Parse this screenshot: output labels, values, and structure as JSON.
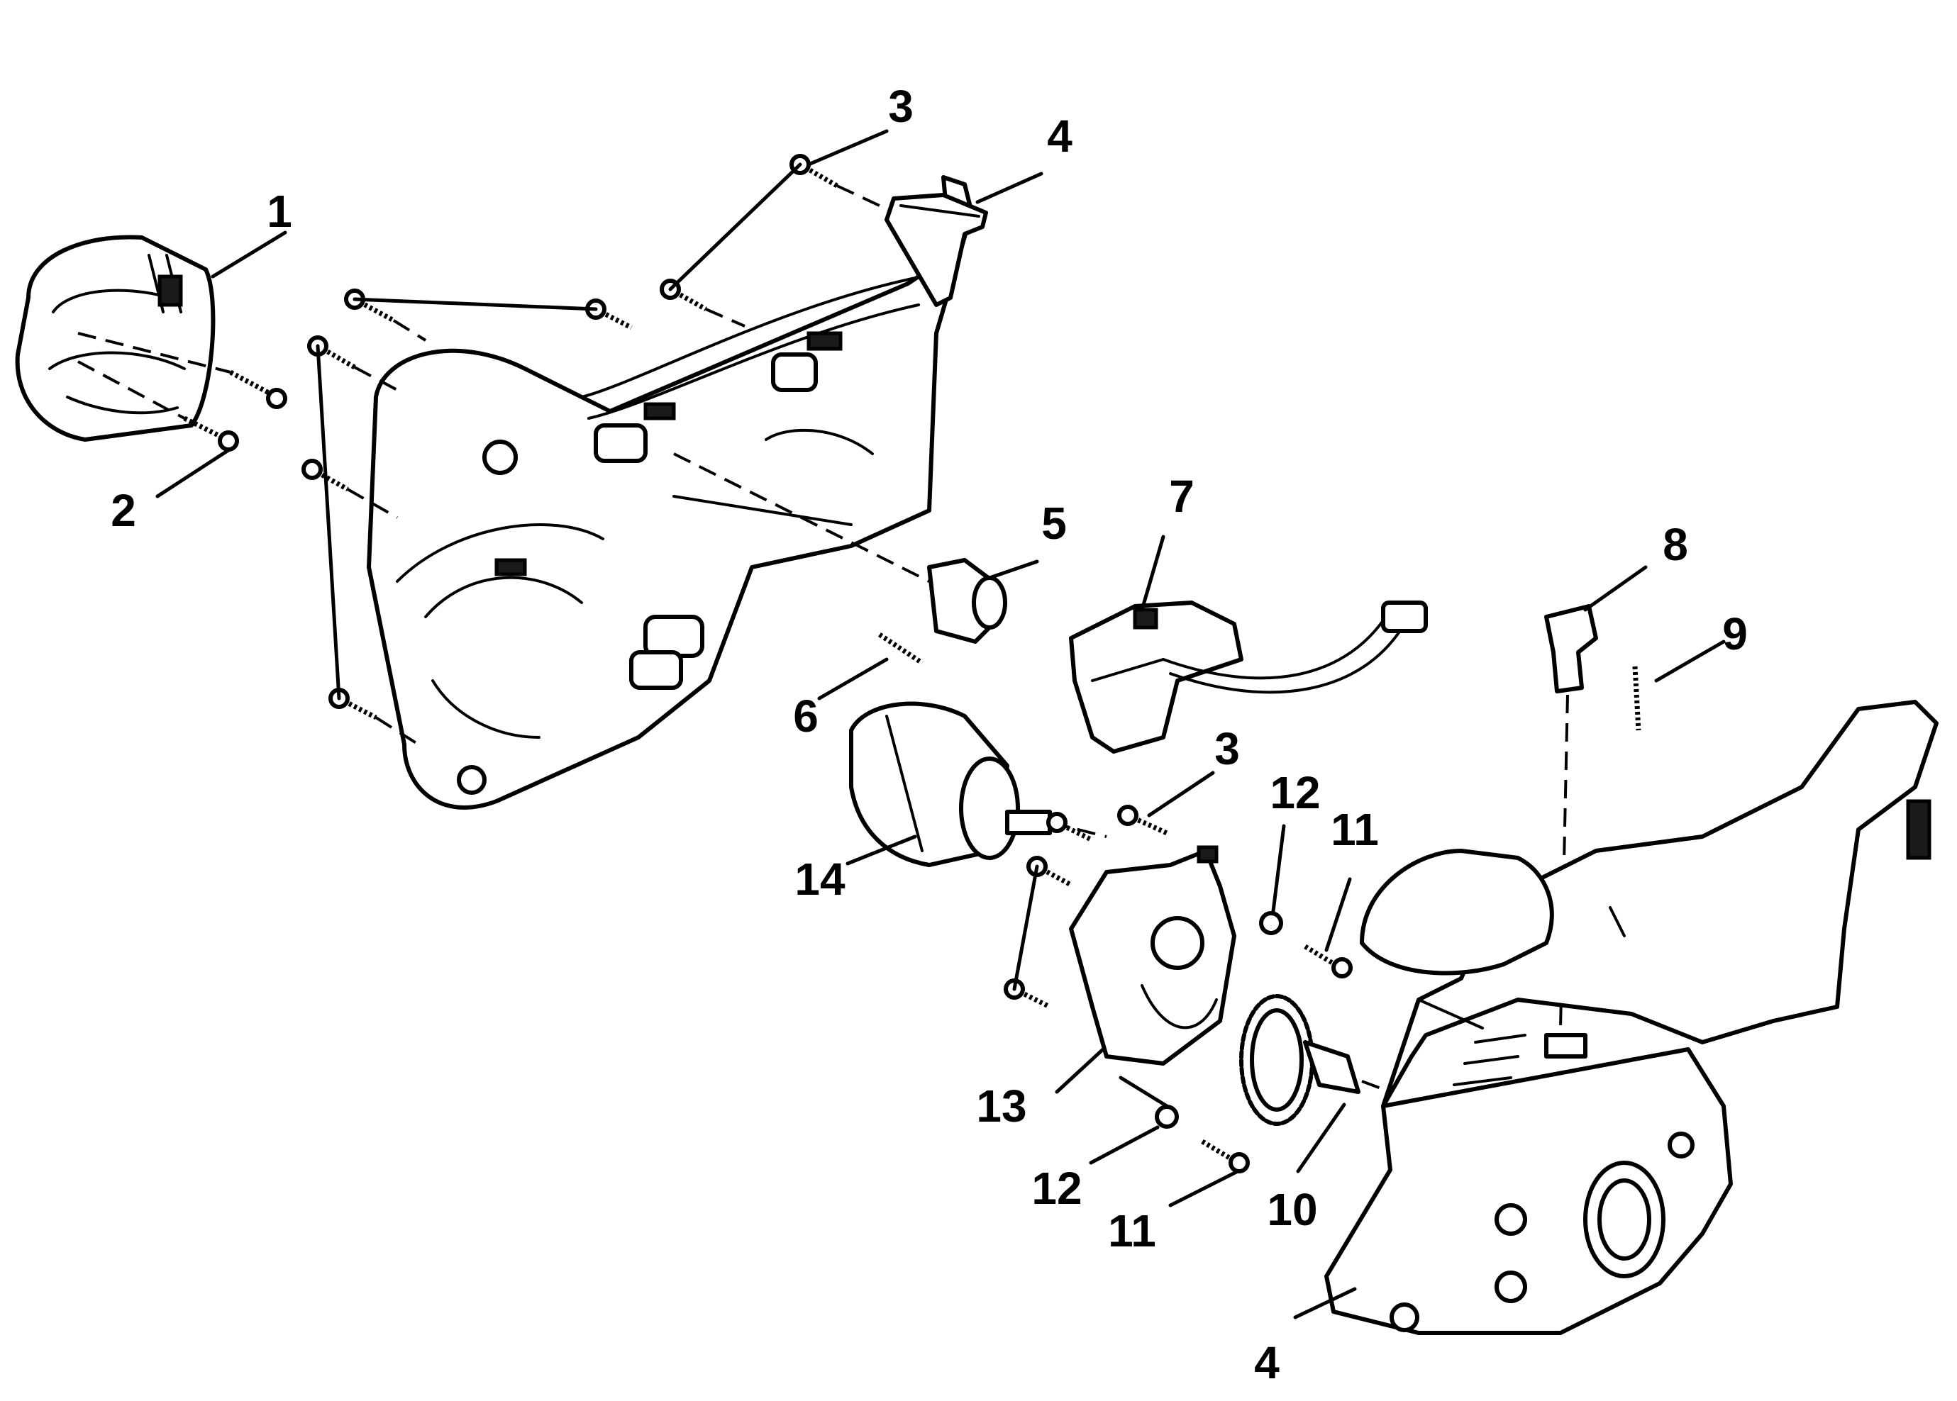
{
  "callouts": [
    {
      "id": "c1",
      "text": "1"
    },
    {
      "id": "c2",
      "text": "2"
    },
    {
      "id": "c3a",
      "text": "3"
    },
    {
      "id": "c4a",
      "text": "4"
    },
    {
      "id": "c5",
      "text": "5"
    },
    {
      "id": "c6",
      "text": "6"
    },
    {
      "id": "c7",
      "text": "7"
    },
    {
      "id": "c8",
      "text": "8"
    },
    {
      "id": "c9",
      "text": "9"
    },
    {
      "id": "c3b",
      "text": "3"
    },
    {
      "id": "c12a",
      "text": "12"
    },
    {
      "id": "c11a",
      "text": "11"
    },
    {
      "id": "c14",
      "text": "14"
    },
    {
      "id": "c13",
      "text": "13"
    },
    {
      "id": "c12b",
      "text": "12"
    },
    {
      "id": "c11b",
      "text": "11"
    },
    {
      "id": "c10",
      "text": "10"
    },
    {
      "id": "c4b",
      "text": "4"
    }
  ]
}
